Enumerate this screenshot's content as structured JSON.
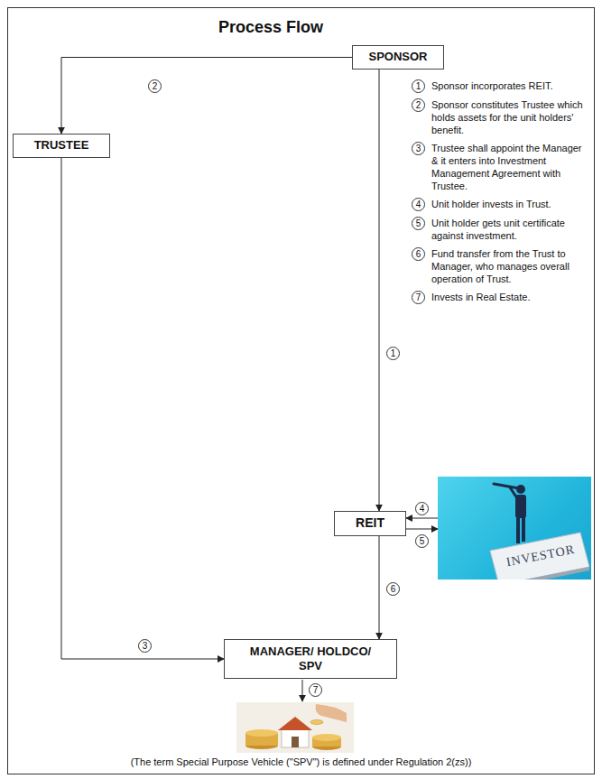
{
  "diagram": {
    "title": "Process Flow",
    "caption": "(The term Special Purpose Vehicle (\"SPV\") is defined under Regulation 2(zs))",
    "nodes": [
      {
        "text": [
          "SPONSOR"
        ]
      },
      {
        "text": [
          "TRUSTEE"
        ]
      },
      {
        "text": [
          "REIT"
        ]
      },
      {
        "text": [
          "INVESTOR"
        ]
      },
      {
        "text": [
          "MANAGER/ HOLDCO/ SPV"
        ]
      }
    ],
    "edges": [
      {
        "from": 0,
        "to": 1,
        "label": "2",
        "arrow": "to"
      },
      {
        "from": 0,
        "to": 2,
        "label": "1",
        "arrow": "to"
      },
      {
        "from": 1,
        "to": 4,
        "label": "3",
        "arrow": "to"
      },
      {
        "from": 3,
        "to": 2,
        "label": "4",
        "arrow": "to"
      },
      {
        "from": 2,
        "to": 3,
        "label": "5",
        "arrow": "to"
      },
      {
        "from": 2,
        "to": 4,
        "label": "6",
        "arrow": "to"
      }
    ],
    "labels": [
      "1",
      "Sponsor incorporates REIT.",
      "2",
      "Sponsor constitutes Trustee which holds assets for the unit holders' benefit.",
      "3",
      "Trustee shall appoint the Manager & it enters into Investment Management Agreement with Trustee.",
      "4",
      "Unit holder invests in Trust.",
      "5",
      "Unit holder gets unit certificate against investment.",
      "6",
      "Fund transfer from the Trust to Manager, who manages overall operation of Trust.",
      "7",
      "Invests in Real Estate.",
      "7"
    ]
  }
}
